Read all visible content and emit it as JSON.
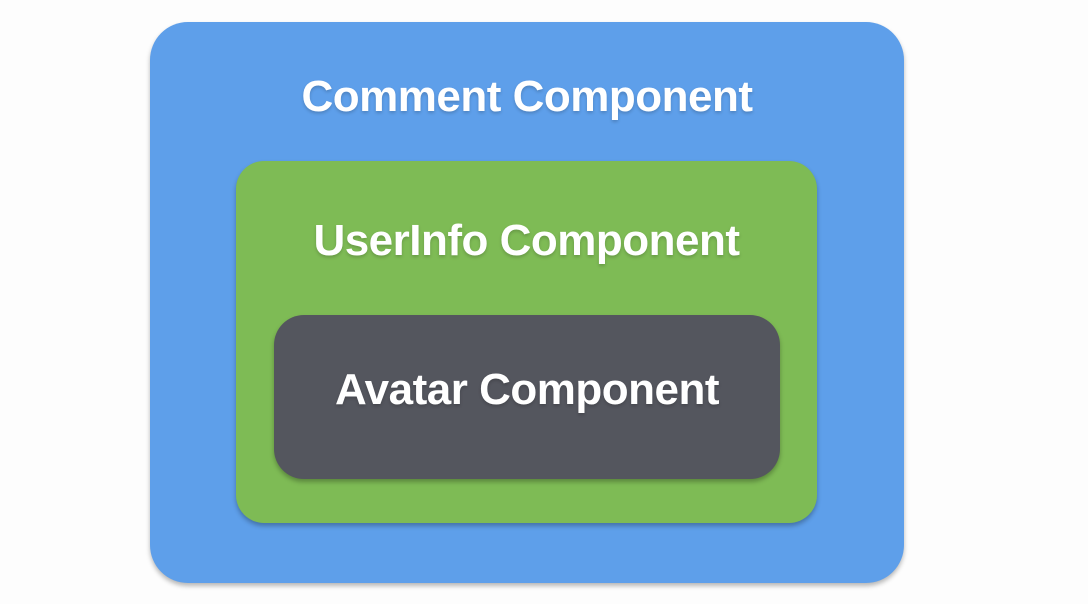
{
  "diagram": {
    "comment_component": {
      "label": "Comment Component"
    },
    "userinfo_component": {
      "label": "UserInfo Component"
    },
    "avatar_component": {
      "label": "Avatar Component"
    }
  },
  "colors": {
    "comment_bg": "#5E9FEA",
    "userinfo_bg": "#7EBB55",
    "avatar_bg": "#54565E",
    "text": "#FFFFFF",
    "page_bg": "#FDFDFD"
  }
}
